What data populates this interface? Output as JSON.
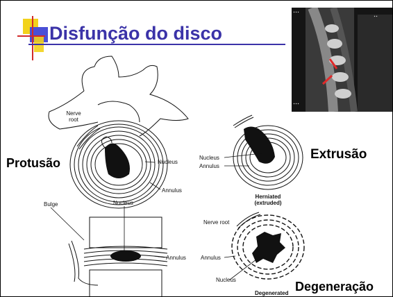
{
  "slide": {
    "title": "Disfunção do disco",
    "labels": {
      "protusao": "Protusão",
      "extrusao": "Extrusão",
      "degeneracao": "Degeneração"
    },
    "diagram_labels": {
      "nerve_root_top": "Nerve root",
      "nucleus_right_top": "Nucleus",
      "annulus_top": "Annulus",
      "bulge": "Bulge",
      "nucleus_center": "Nucleus",
      "annulus_bottom_left": "Annulus",
      "nucleus_extrusion": "Nucleus",
      "annulus_extrusion": "Annulus",
      "herniated": "Herniated",
      "extruded": "(extruded)",
      "nerve_root_degen": "Nerve root",
      "annulus_degen": "Annulus",
      "nucleus_degen": "Nucleus",
      "degenerated": "Degenerated"
    },
    "colors": {
      "title": "#3b33a8",
      "logo_yellow": "#f2d21b",
      "logo_blue": "#4a4fd6",
      "logo_red": "#d22a2a",
      "mri_arrow": "#e02a2a"
    }
  }
}
